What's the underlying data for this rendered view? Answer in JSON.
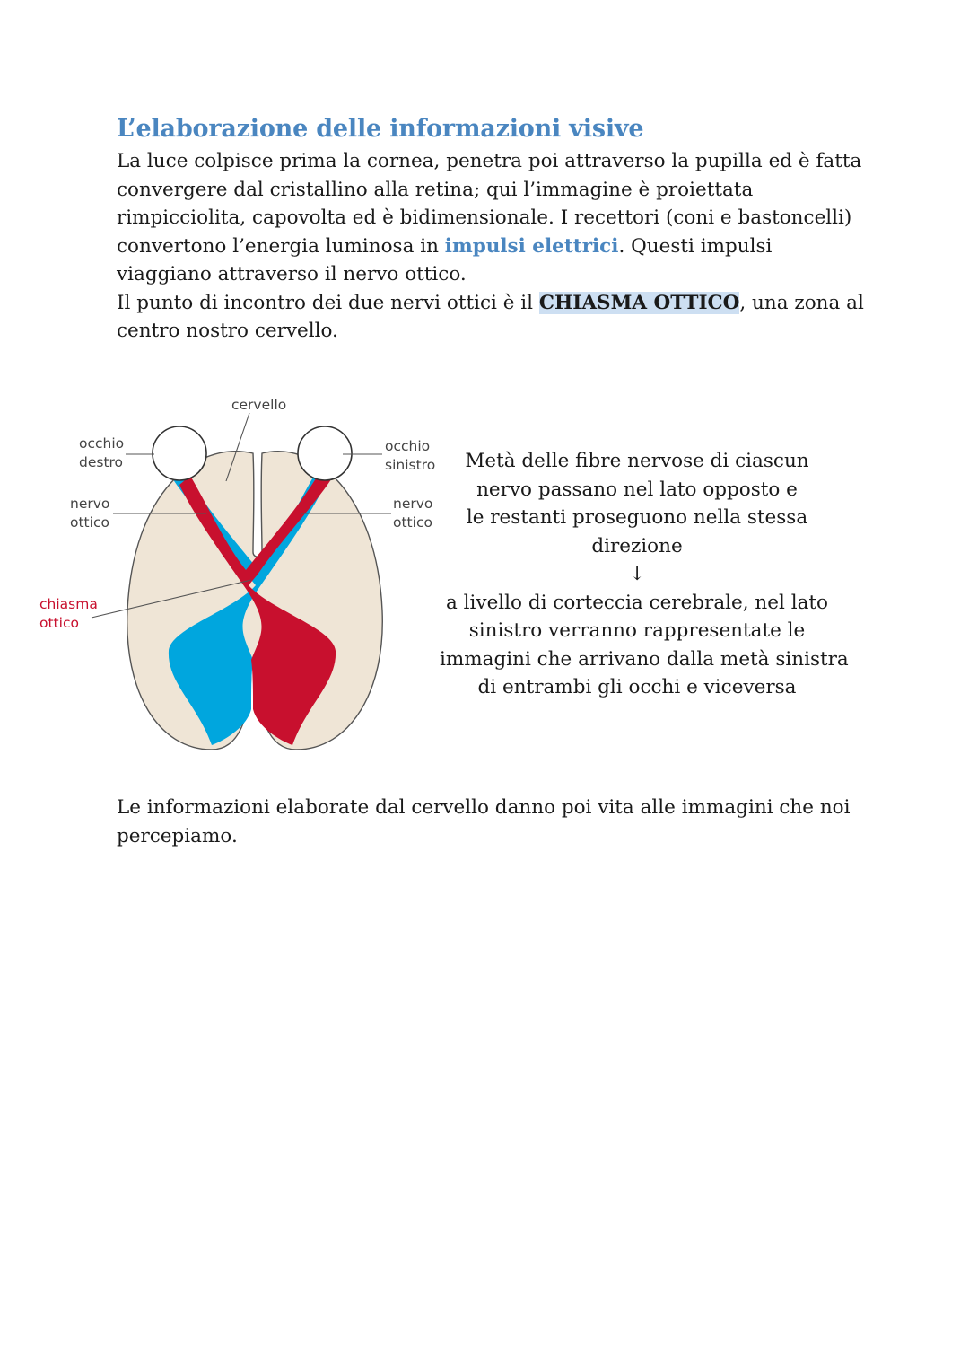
{
  "heading": "L’elaborazione delle informazioni visive",
  "intro": {
    "line1": "La luce colpisce prima la cornea, penetra poi attraverso la pupilla ed è fatta",
    "line2": "convergere dal cristallino alla retina; qui l’immagine è proiettata",
    "line3": "rimpicciolita, capovolta ed è bidimensionale. I  recettori (coni e bastoncelli)",
    "line4_before": "convertono l’energia luminosa in ",
    "line4_emph": "impulsi elettrici",
    "line4_after": ".  Questi impulsi",
    "line5": "viaggiano attraverso il nervo ottico.",
    "line6_before": "Il punto di incontro dei due nervi ottici è il ",
    "line6_emph": "CHIASMA OTTICO",
    "line6_after": ", una zona al",
    "line7": "centro nostro cervello."
  },
  "diagram": {
    "label_cervello": "cervello",
    "label_occhio_destro_1": "occhio",
    "label_occhio_destro_2": "destro",
    "label_nervo_dx_1": "nervo",
    "label_nervo_dx_2": "ottico",
    "label_chiasma_1": "chiasma",
    "label_chiasma_2": "ottico",
    "label_occhio_sinistro_1": "occhio",
    "label_occhio_sinistro_2": "sinistro",
    "label_nervo_sx_1": "nervo",
    "label_nervo_sx_2": "ottico",
    "colors": {
      "blue": "#00a6de",
      "red": "#c8102e",
      "brain": "#efe5d6"
    }
  },
  "side_note": {
    "line1": "Metà delle fibre nervose di ciascun",
    "line2": "nervo passano nel lato opposto e",
    "line3": "le restanti proseguono nella stessa",
    "line4": "direzione",
    "arrow": "↓",
    "line5": "a livello di corteccia cerebrale, nel lato",
    "line6": "sinistro verranno rappresentate le",
    "line7": "immagini che arrivano dalla metà sinistra",
    "line8": "di entrambi gli occhi e viceversa"
  },
  "conclusion": {
    "line1": "Le informazioni elaborate dal cervello danno poi vita alle immagini che noi",
    "line2": "percepiamo."
  }
}
